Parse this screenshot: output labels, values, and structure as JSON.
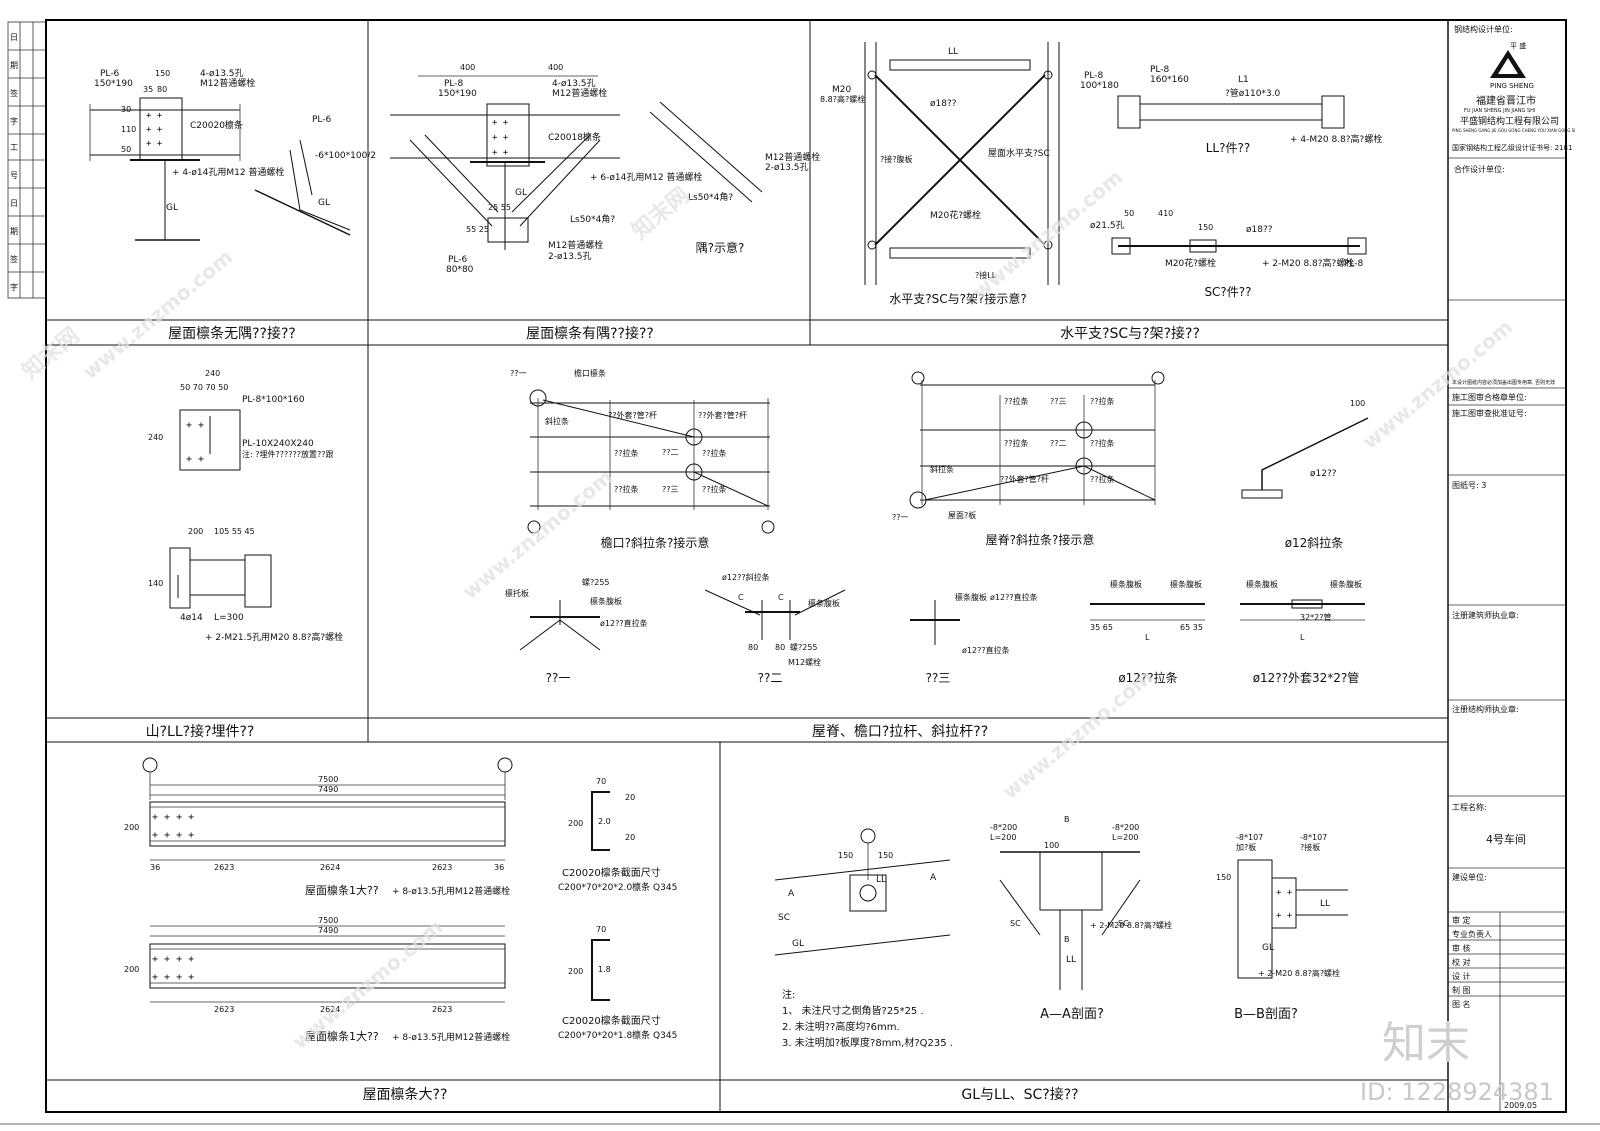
{
  "sheet": {
    "side_strip": [
      "日",
      "期",
      "签",
      "字",
      "工",
      "号",
      "日",
      "期",
      "签",
      "字"
    ],
    "panel_titles": {
      "p1": "屋面檩条无隅??接??",
      "p2": "屋面檩条有隅??接??",
      "p3": "水平支?SC与?架?接??",
      "p4": "山?LL?接?埋件??",
      "p5": "屋脊、檐口?拉杆、斜拉杆??",
      "p6": "屋面檩条大??",
      "p7": "GL与LL、SC?接??"
    },
    "sub_captions": {
      "corner": "隅?示意?",
      "horiz": "水平支?SC与?架?接示意?",
      "ll": "LL?件??",
      "sc": "SC?件??",
      "eave": "檐口?斜拉条?接示意",
      "ridge": "屋脊?斜拉条?接示意",
      "rod12": "ø12斜拉条",
      "n1": "??一",
      "n2": "??二",
      "n3": "??三",
      "tie": "ø12??拉条",
      "tie_sleeve": "ø12??外套32*2?管",
      "purlin1": "屋面檩条1大??",
      "purlin2": "屋面檩条1大??",
      "sec1": "C20020檩条截面尺寸",
      "sec1b": "C200*70*20*2.0檩条  Q345",
      "sec2": "C20020檩条截面尺寸",
      "sec2b": "C200*70*20*1.8檩条  Q345",
      "aa": "A—A剖面?",
      "bb": "B—B剖面?"
    },
    "labels": {
      "pl6": "PL-6",
      "pl6a": "150*190",
      "holes4": "4-ø13.5孔",
      "m12": "M12普通螺栓",
      "c200": "C20020檩条",
      "bolt4": "+ 4-ø14孔用M12 普通螺栓",
      "gl": "GL",
      "pl6b": "PL-6",
      "pl6c": "-6*100*100/2",
      "pl8": "PL-8",
      "pl8a": "150*190",
      "c2001": "C20018檩条",
      "bolt6": "+ 6-ø14孔用M12 普通螺栓",
      "ls50": "Ls50*4角?",
      "pl6d": "PL-6",
      "pl6e": "80*80",
      "m12b": "M12普通螺栓",
      "h2": "2-ø13.5孔",
      "m12c": "M12普通螺栓",
      "h2b": "2-ø13.5孔",
      "ls50b": "Ls50*4角?",
      "ll": "LL",
      "m20": "M20",
      "m20b": "8.8?高?螺栓",
      "d18": "ø18??",
      "sc": "屋面水平支?SC",
      "gang": "?接?腹板",
      "m20c": "M20花?螺栓",
      "gangll": "?接LL",
      "pl8b": "PL-8",
      "pl8c": "100*180",
      "pl8d": "PL-8",
      "pl8e": "160*160",
      "l1": "L1",
      "pipe": "?管ø110*3.0",
      "bolt4m20": "+ 4-M20  8.8?高?螺栓",
      "d215": "ø21.5孔",
      "m20d": "M20花?螺栓",
      "bolt2": "+ 2-M20  8.8?高?螺栓",
      "pl8f": "PL-8",
      "pl8g": "PL-8*100*160",
      "pl10": "PL-10X240X240",
      "pl10n": "注: ?埋件??????放置??跟",
      "d14": "4ø14",
      "l300": "L=300",
      "bolt2b": "+ 2-M21.5孔用M20  8.8?高?螺栓",
      "eave1": "??一",
      "eave2": "檐口檩条",
      "xl": "斜拉条",
      "dsz": "??外套?管?杆",
      "zlt": "??拉条",
      "er": "??二",
      "san": "??三",
      "r1": "??三",
      "r2": "??二",
      "r3": "??外套?管?杆",
      "r4": "斜拉条",
      "r5": "??一",
      "r6": "屋面?板",
      "rod": "ø12??",
      "yb": "檩托板",
      "lm": "螺?255",
      "lfb": "檩条腹板",
      "zl": "ø12??直拉条",
      "d12": "ø12??斜拉条",
      "c": "C",
      "lm2": "螺?255",
      "m12d": "M12螺栓",
      "lfb2": "檩条腹板",
      "zl2": "ø12??直拉条",
      "d12b": "ø12??直拉条",
      "lfb3": "檩条腹板",
      "lfb4": "檩条腹板",
      "lfb5": "檩条腹板",
      "lfb6": "檩条腹板",
      "pipe32": "32*2?管",
      "bolt8": "+ 8-ø13.5孔用M12普通螺栓",
      "bolt8b": "+ 8-ø13.5孔用M12普通螺栓",
      "a": "A",
      "b": "B",
      "gl2": "GL",
      "ll2": "LL",
      "sc2": "SC",
      "sc3": "SC",
      "pl8h": "-8*200",
      "lh": "L=200",
      "pl8i": "-8*200",
      "lh2": "L=200",
      "bolt2c": "+ 2-M20  8.8?高?螺栓",
      "pl8j": "-8*107",
      "jb": "加?板",
      "pl8k": "-8*107",
      "jb2": "?接板",
      "bolt2d": "+ 2-M20  8.8?高?螺栓",
      "note0": "注:",
      "note1": "1、 未注尺寸之倒角皆?25*25 .",
      "note2": "2. 未注明??高度均?6mm.",
      "note3": "3. 未注明加?板厚度?8mm,材?Q235 ."
    },
    "dims": {
      "d150": "150",
      "d35": "35",
      "d80": "80",
      "d30": "30",
      "d110": "110",
      "d50": "50",
      "d5": "5",
      "d400a": "400",
      "d400b": "400",
      "d2555": "25 55",
      "d5525": "55 25",
      "d240": "240",
      "d5070": "50 70 70 50",
      "d140": "140",
      "d200": "200",
      "d1055": "105 55 45",
      "d7500": "7500",
      "d7490": "7490",
      "d2623": "2623",
      "d2624": "2624",
      "d36": "36",
      "d20": "20",
      "d70": "70",
      "d18": "1.8",
      "d2": "2.0",
      "d410": "410",
      "d100": "100",
      "dl": "L",
      "d3565": "35 65",
      "d6535": "65 35",
      "d255": "255"
    },
    "title_block": {
      "designer_label": "钢结构设计单位:",
      "logo_text": "PING SHENG",
      "logo_cn": "平  盛",
      "company1": "福建省晋江市",
      "company_small": "FU JIAN SHENG JIN JIANG SHI",
      "company2": "平盛钢结构工程有限公司",
      "company_small2": "PING SHENG GANG JIE GOU GONG CHENG YOU XIAN GONG SI",
      "cert": "国家钢结构工程乙级设计证书号: 2181",
      "coop": "合作设计单位:",
      "notice": "本设计图纸内容必须加盖出图专用章, 否则无效",
      "stamp1": "施工图审合格章单位:",
      "stamp2": "施工图审查批准证号:",
      "stamp3": "图纸号: 3",
      "reg1": "注册建筑师执业章:",
      "reg2": "注册结构师执业章:",
      "project_label": "工程名称:",
      "project_name": "4号车间",
      "client_label": "建设单位:",
      "rows": [
        "审  定",
        "专业负责人",
        "审  核",
        "校  对",
        "设  计",
        "制  图",
        "图  名"
      ],
      "date": "2009.05"
    },
    "watermarks": {
      "brand": "知末",
      "url": "www.znzmo.com",
      "short": "知末网",
      "id": "ID: 1228924381"
    }
  }
}
